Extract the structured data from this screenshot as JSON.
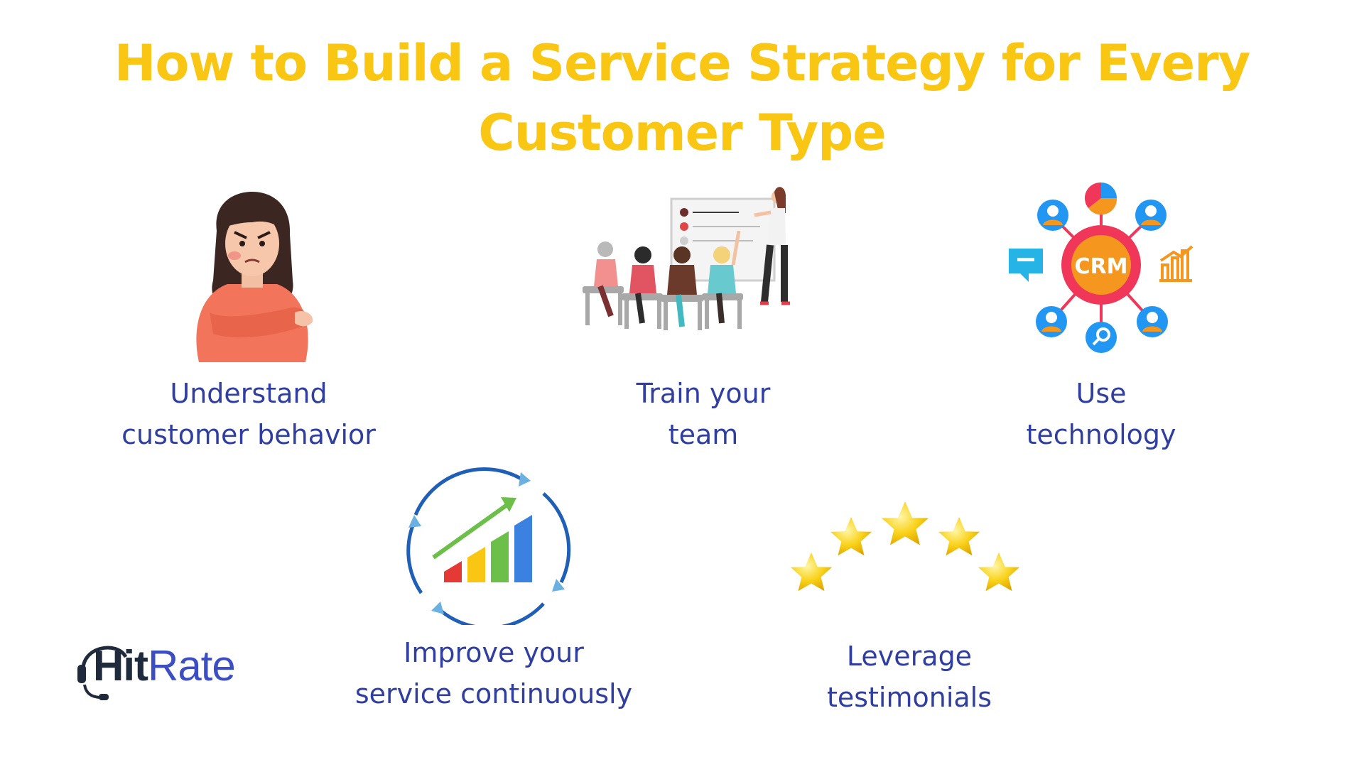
{
  "title": {
    "line1": "How to Build a Service Strategy for Every",
    "line2": "Customer Type"
  },
  "colors": {
    "title": "#f9c613",
    "caption": "#2f3ea0",
    "crm": "#f0375a",
    "accent_blue": "#2196f3",
    "accent_orange": "#f5961e"
  },
  "steps": [
    {
      "icon": "frustrated-woman-icon",
      "line1": "Understand",
      "line2": "customer behavior"
    },
    {
      "icon": "team-training-icon",
      "line1": "Train your",
      "line2": "team"
    },
    {
      "icon": "crm-network-icon",
      "line1": "Use",
      "line2": "technology",
      "badge": "CRM"
    },
    {
      "icon": "growth-cycle-chart-icon",
      "line1": "Improve your",
      "line2": "service continuously"
    },
    {
      "icon": "five-stars-icon",
      "line1": "Leverage",
      "line2": "testimonials"
    }
  ],
  "logo": {
    "part1": "Hit",
    "part2": "Rate",
    "icon": "headset-icon"
  }
}
